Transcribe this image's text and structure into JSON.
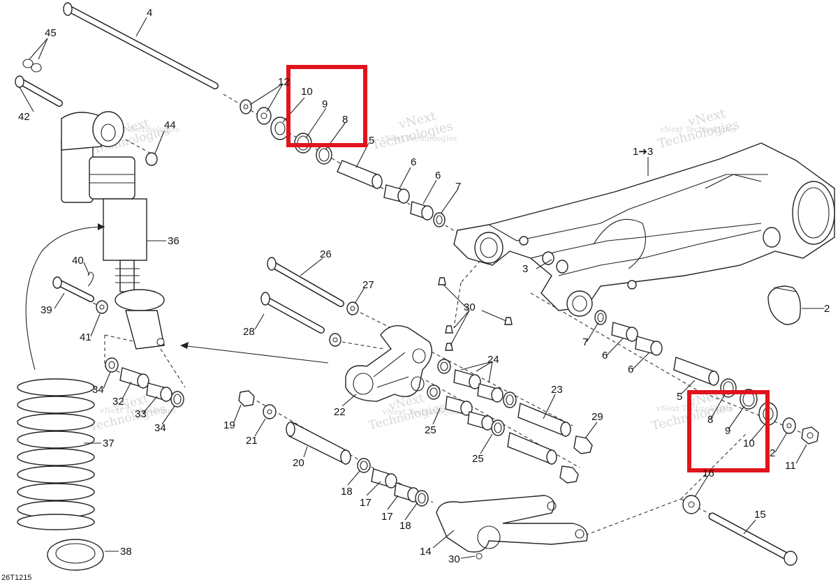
{
  "diagram": {
    "code": "26T1215",
    "highlight_color": "#e0141c",
    "watermark": {
      "line1": "vNext",
      "line2": "Technologies",
      "caption": "vNext Technologies"
    },
    "callouts": {
      "c1to3": "1➔3",
      "c2a": "2",
      "c2b": "2",
      "c3": "3",
      "c4": "4",
      "c5a": "5",
      "c5b": "5",
      "c6a": "6",
      "c6b": "6",
      "c6c": "6",
      "c6d": "6",
      "c7a": "7",
      "c7b": "7",
      "c8a": "8",
      "c8b": "8",
      "c9a": "9",
      "c9b": "9",
      "c10a": "10",
      "c10b": "10",
      "c11": "11",
      "c12": "12",
      "c14": "14",
      "c15": "15",
      "c16": "16",
      "c17a": "17",
      "c17b": "17",
      "c18a": "18",
      "c18b": "18",
      "c19": "19",
      "c20": "20",
      "c21": "21",
      "c22": "22",
      "c23": "23",
      "c24": "24",
      "c25a": "25",
      "c25b": "25",
      "c26": "26",
      "c27": "27",
      "c28": "28",
      "c29": "29",
      "c30a": "30",
      "c30b": "30",
      "c32": "32",
      "c33": "33",
      "c34a": "34",
      "c34b": "34",
      "c36": "36",
      "c37": "37",
      "c38": "38",
      "c39": "39",
      "c40": "40",
      "c41": "41",
      "c42": "42",
      "c44": "44",
      "c45": "45"
    }
  }
}
